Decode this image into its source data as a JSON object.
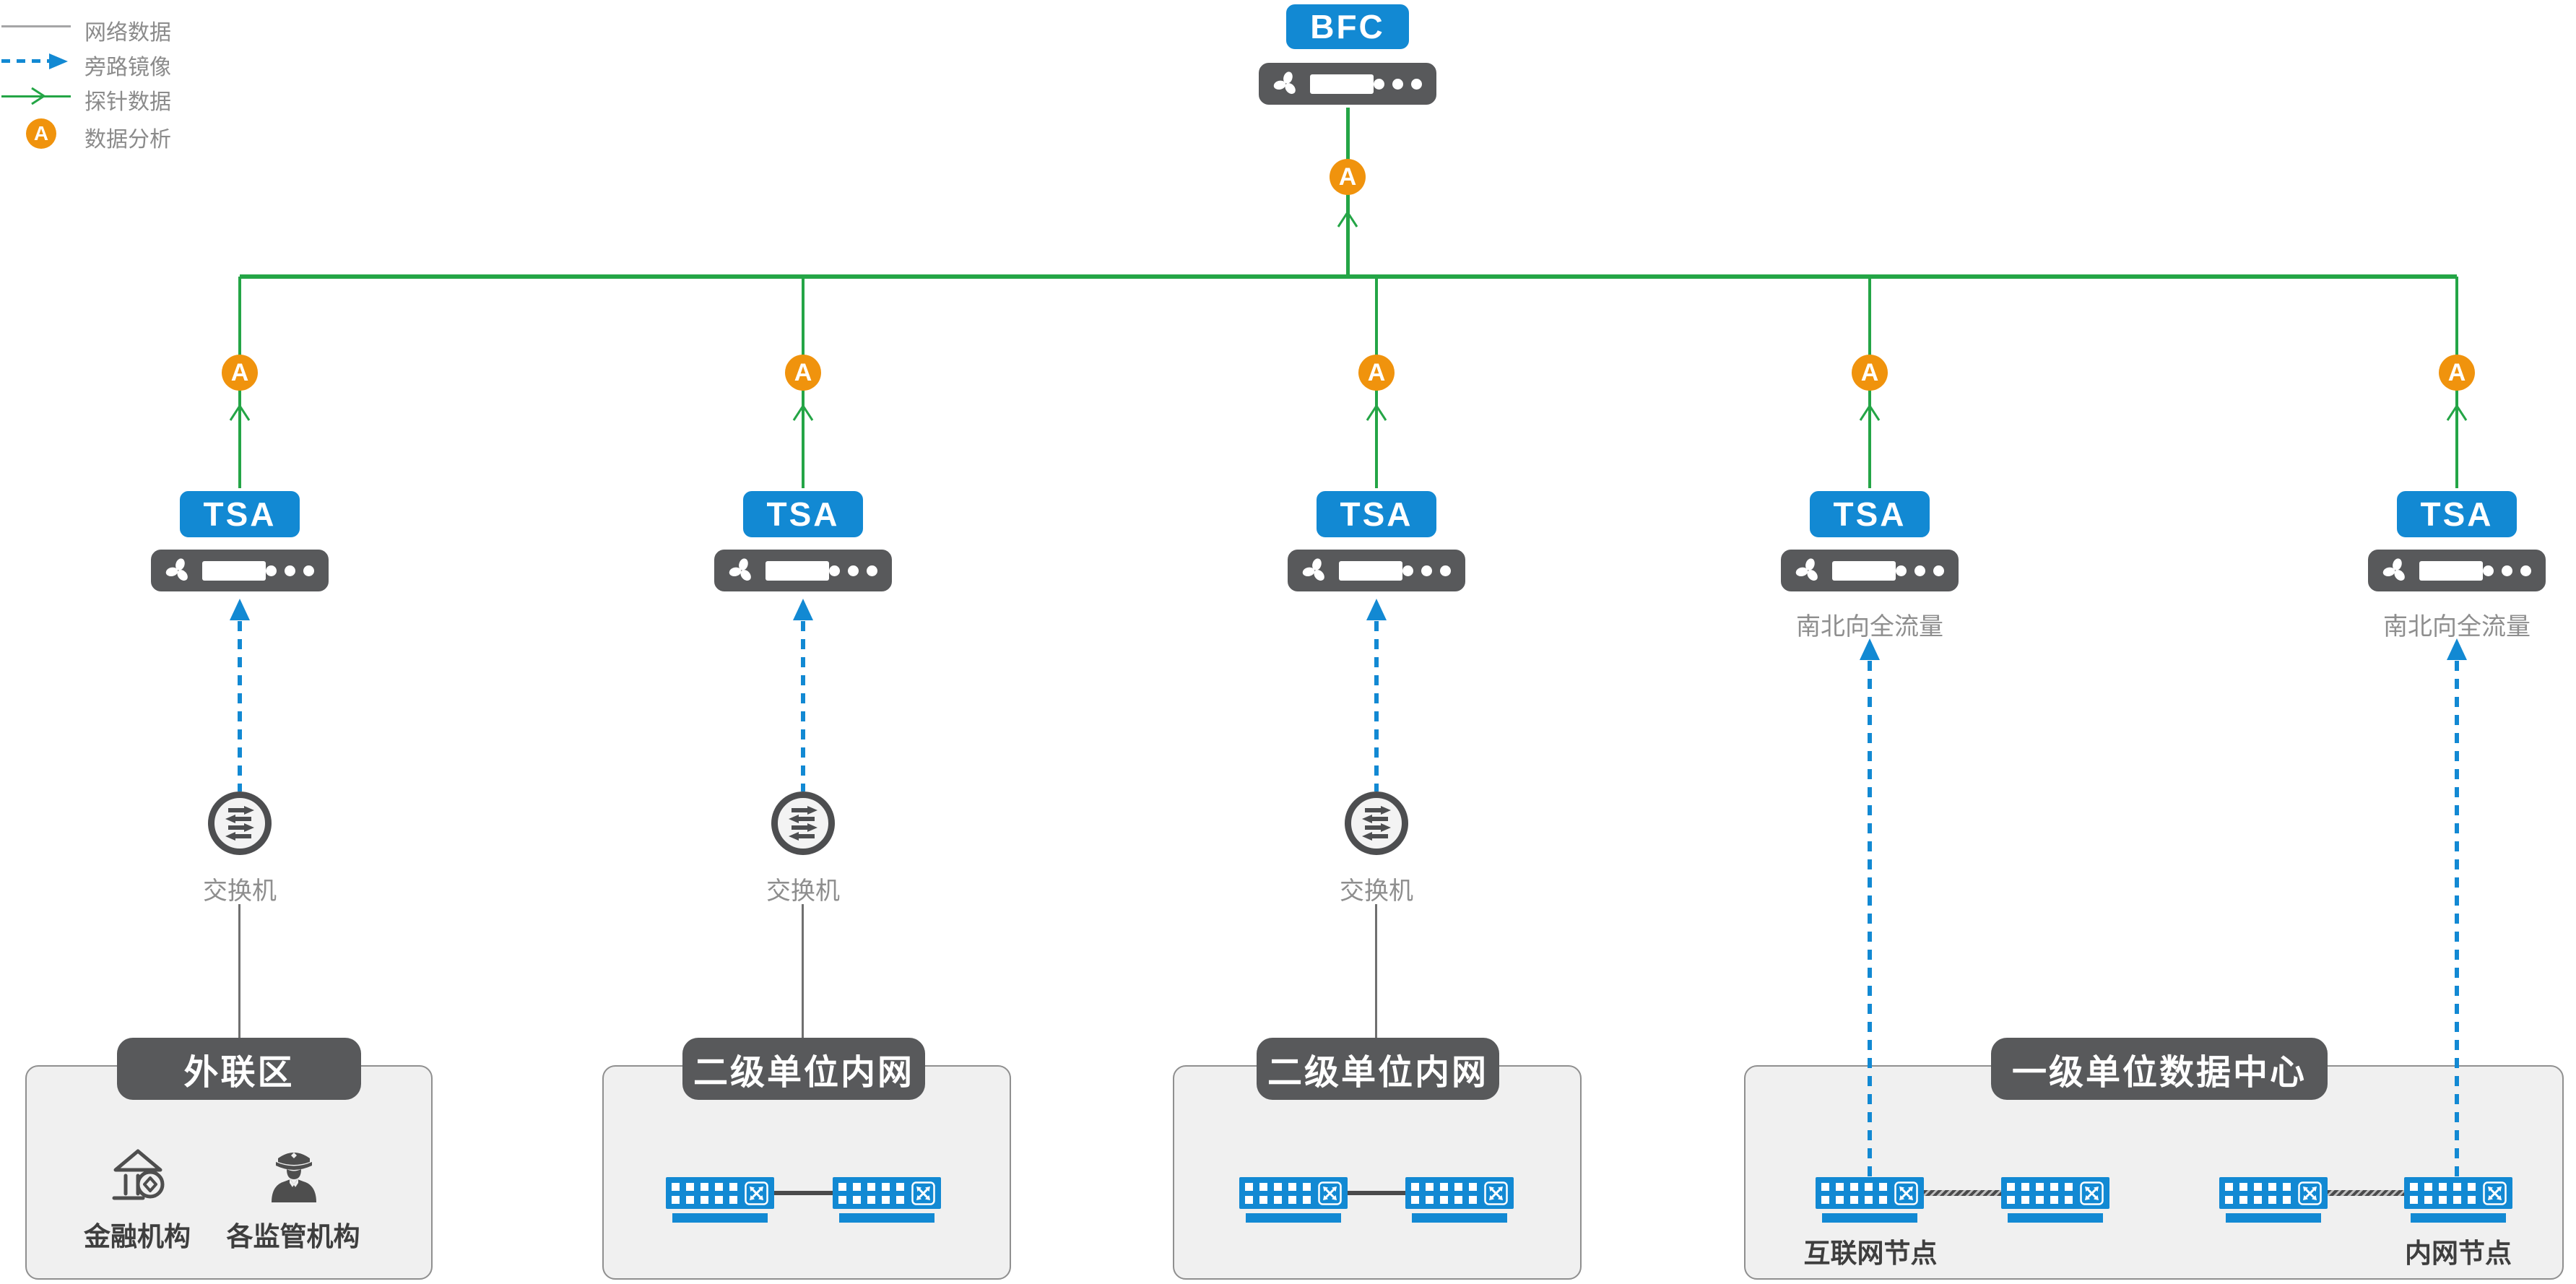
{
  "colors": {
    "blue": "#1289D3",
    "green": "#24A546",
    "orange": "#F0930D",
    "device_gray": "#58595B",
    "zone_fill": "#F0F0F0",
    "zone_border": "#8F8F8F"
  },
  "legend": {
    "items": [
      {
        "id": "network-data",
        "label": "网络数据"
      },
      {
        "id": "bypass-mirror",
        "label": "旁路镜像"
      },
      {
        "id": "probe-data",
        "label": "探针数据"
      },
      {
        "id": "data-analysis",
        "label": "数据分析"
      }
    ]
  },
  "analysis": {
    "letter": "A"
  },
  "bfc": {
    "label": "BFC"
  },
  "tsa": {
    "label": "TSA"
  },
  "switch_label": "交换机",
  "traffic_label": "南北向全流量",
  "zones": [
    {
      "title": "外联区",
      "orgs": [
        {
          "label": "金融机构"
        },
        {
          "label": "各监管机构"
        }
      ]
    },
    {
      "title": "二级单位内网"
    },
    {
      "title": "二级单位内网"
    },
    {
      "title": "一级单位数据中心",
      "nodes": [
        {
          "label": "互联网节点"
        },
        {
          "label": "内网节点"
        }
      ]
    }
  ]
}
